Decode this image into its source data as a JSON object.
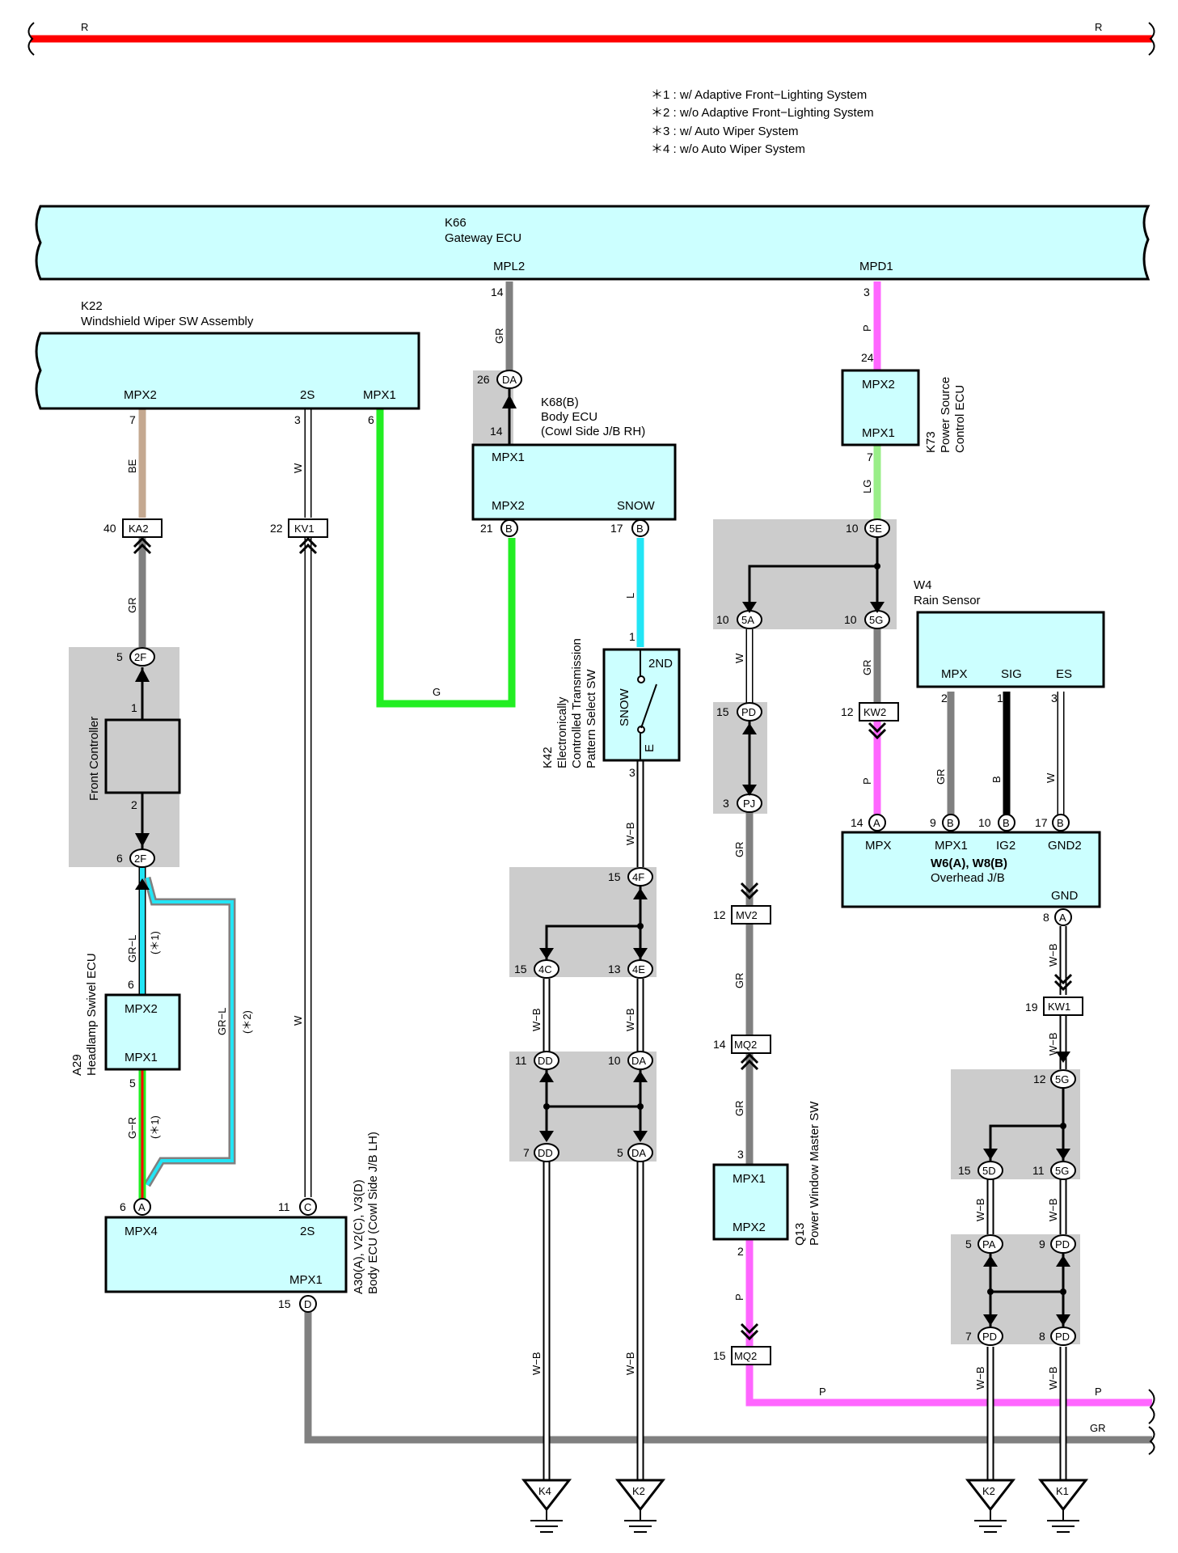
{
  "notes": [
    "＊1 : w/ Adaptive Front−Lighting System",
    "＊2 : w/o Adaptive Front−Lighting System",
    "＊3 : w/ Auto Wiper System",
    "＊4 : w/o Auto Wiper System"
  ],
  "colors": {
    "R": "#ff0000",
    "GR": "#808080",
    "P": "#ff66ff",
    "G": "#22ee22",
    "L": "#22e5f5",
    "LG": "#99ee88",
    "BE": "#c4a890",
    "B": "#000000",
    "W": "#ffffff",
    "box": "#ccffff",
    "shade": "#cccccc"
  },
  "top_bus": {
    "left_label": "R",
    "right_label": "R"
  },
  "k66": {
    "id": "K66",
    "name": "Gateway ECU",
    "pin_mpl2": "MPL2",
    "pin_mpd1": "MPD1",
    "n14": "14",
    "n3": "3"
  },
  "k22": {
    "id": "K22",
    "name": "Windshield Wiper SW Assembly",
    "mpx2": "MPX2",
    "sw2s": "2S",
    "mpx1": "MPX1",
    "n7": "7",
    "n3": "3",
    "n6": "6"
  },
  "k68": {
    "id": "K68(B)",
    "name": "Body ECU",
    "name2": "(Cowl Side J/B RH)",
    "mpx1": "MPX1",
    "mpx2": "MPX2",
    "snow": "SNOW",
    "n26": "26",
    "da": "DA",
    "n14": "14",
    "n21": "21",
    "b1": "B",
    "n17": "17",
    "b2": "B"
  },
  "k73": {
    "id": "K73",
    "name": "Power Source",
    "name2": "Control ECU",
    "mpx2": "MPX2",
    "mpx1": "MPX1",
    "n24": "24",
    "n7": "7"
  },
  "w4": {
    "id": "W4",
    "name": "Rain Sensor",
    "mpx": "MPX",
    "sig": "SIG",
    "es": "ES",
    "n2": "2",
    "n1": "1",
    "n3": "3"
  },
  "k42": {
    "id": "K42",
    "name": "Electronically",
    "name2": "Controlled Transmission",
    "name3": "Pattern Select SW",
    "snow": "SNOW",
    "nd2": "2ND",
    "e": "E",
    "n1": "1",
    "n3": "3"
  },
  "front_ctrl": {
    "name": "Front Controller",
    "n5": "5",
    "c2f_a": "2F",
    "n1": "1",
    "n2": "2",
    "n6": "6",
    "c2f_b": "2F"
  },
  "a29": {
    "id": "A29",
    "name": "Headlamp Swivel ECU",
    "mpx2": "MPX2",
    "mpx1": "MPX1",
    "n6": "6",
    "n5": "5"
  },
  "a30": {
    "id": "A30(A), V2(C), V3(D)",
    "name": "Body ECU (Cowl Side J/B LH)",
    "mpx4": "MPX4",
    "sw2s": "2S",
    "mpx1": "MPX1",
    "n6": "6",
    "ca": "A",
    "n11": "11",
    "cc": "C",
    "n15": "15",
    "cd": "D"
  },
  "q13": {
    "id": "Q13",
    "name": "Power Window Master SW",
    "mpx1": "MPX1",
    "mpx2": "MPX2",
    "n3": "3",
    "n2": "2"
  },
  "w6": {
    "id": "W6(A), W8(B)",
    "name": "Overhead J/B",
    "mpx": "MPX",
    "mpx1": "MPX1",
    "ig2": "IG2",
    "gnd2": "GND2",
    "gnd": "GND",
    "n14": "14",
    "a1": "A",
    "n9": "9",
    "b1": "B",
    "n10": "10",
    "b2": "B",
    "n17": "17",
    "b3": "B",
    "n8": "8",
    "a2": "A"
  },
  "connectors": {
    "ka2": {
      "n": "40",
      "c": "KA2"
    },
    "kv1": {
      "n": "22",
      "c": "KV1"
    },
    "kw2": {
      "n": "12",
      "c": "KW2"
    },
    "mv2": {
      "n": "12",
      "c": "MV2"
    },
    "mq2a": {
      "n": "14",
      "c": "MQ2"
    },
    "mq2b": {
      "n": "15",
      "c": "MQ2"
    },
    "kw1": {
      "n": "19",
      "c": "KW1"
    }
  },
  "junctions": {
    "j5e": {
      "n": "10",
      "c": "5E"
    },
    "j5a": {
      "n": "10",
      "c": "5A"
    },
    "j5g": {
      "n": "10",
      "c": "5G"
    },
    "jpd1": {
      "n": "15",
      "c": "PD"
    },
    "jpj": {
      "n": "3",
      "c": "PJ"
    },
    "j4f": {
      "n": "15",
      "c": "4F"
    },
    "j4c": {
      "n": "15",
      "c": "4C"
    },
    "j4e": {
      "n": "13",
      "c": "4E"
    },
    "jdd1": {
      "n": "11",
      "c": "DD"
    },
    "jda1": {
      "n": "10",
      "c": "DA"
    },
    "jdd2": {
      "n": "7",
      "c": "DD"
    },
    "jda2": {
      "n": "5",
      "c": "DA"
    },
    "j5g2": {
      "n": "12",
      "c": "5G"
    },
    "j5d": {
      "n": "15",
      "c": "5D"
    },
    "j5g3": {
      "n": "11",
      "c": "5G"
    },
    "jpa": {
      "n": "5",
      "c": "PA"
    },
    "jpd2": {
      "n": "9",
      "c": "PD"
    },
    "jpd3": {
      "n": "7",
      "c": "PD"
    },
    "jpd4": {
      "n": "8",
      "c": "PD"
    }
  },
  "wires": {
    "gr1": "GR",
    "p1": "P",
    "be": "BE",
    "w1": "W",
    "gr2": "GR",
    "g": "G",
    "l": "L",
    "lg": "LG",
    "w5a": "W",
    "gr5g": "GR",
    "p_kw2": "P",
    "gr_w4": "GR",
    "b_w4": "B",
    "w_w4": "W",
    "grl1": "GR−L",
    "star1a": "(＊1)",
    "grl2": "GR−L",
    "star2": "(＊2)",
    "w_kv1": "W",
    "gr_r": "G−R",
    "star1b": "(＊1)",
    "wb_k42": "W−B",
    "gr_pj": "GR",
    "gr_mv2": "GR",
    "gr_mq2": "GR",
    "p_q13": "P",
    "wb_4c": "W−B",
    "wb_4e": "W−B",
    "wb_dd": "W−B",
    "wb_da": "W−B",
    "wb_w6": "W−B",
    "wb_kw1": "W−B",
    "wb_5d": "W−B",
    "wb_5g": "W−B",
    "wb_pd3": "W−B",
    "wb_pd4": "W−B",
    "p_bus": "P",
    "p_bus2": "P",
    "gr_bus": "GR"
  },
  "grounds": {
    "k4": "K4",
    "k2a": "K2",
    "k2b": "K2",
    "k1": "K1"
  }
}
